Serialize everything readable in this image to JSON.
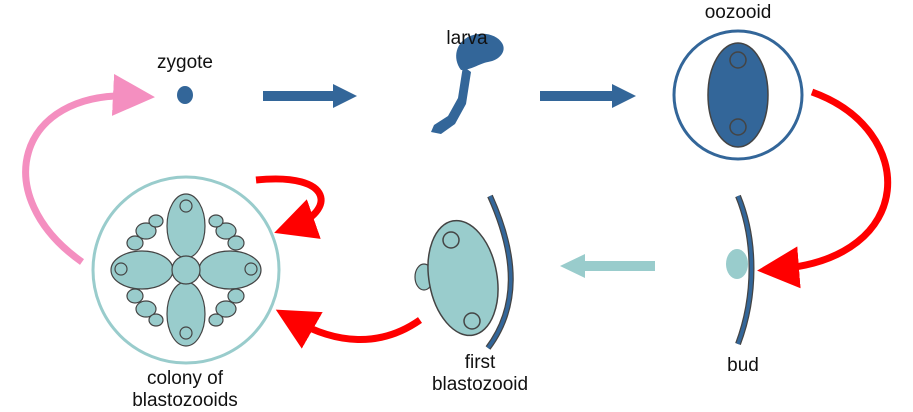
{
  "labels": {
    "zygote": "zygote",
    "larva": "larva",
    "oozooid": "oozooid",
    "bud": "bud",
    "first_blastozooid_line1": "first",
    "first_blastozooid_line2": "blastozooid",
    "colony_line1": "colony of",
    "colony_line2": "blastozooids"
  },
  "colors": {
    "dark_blue": "#336699",
    "light_teal": "#99cccc",
    "red_arrow": "#ff0000",
    "pink_arrow": "#f48fc0",
    "outline": "#444444"
  }
}
